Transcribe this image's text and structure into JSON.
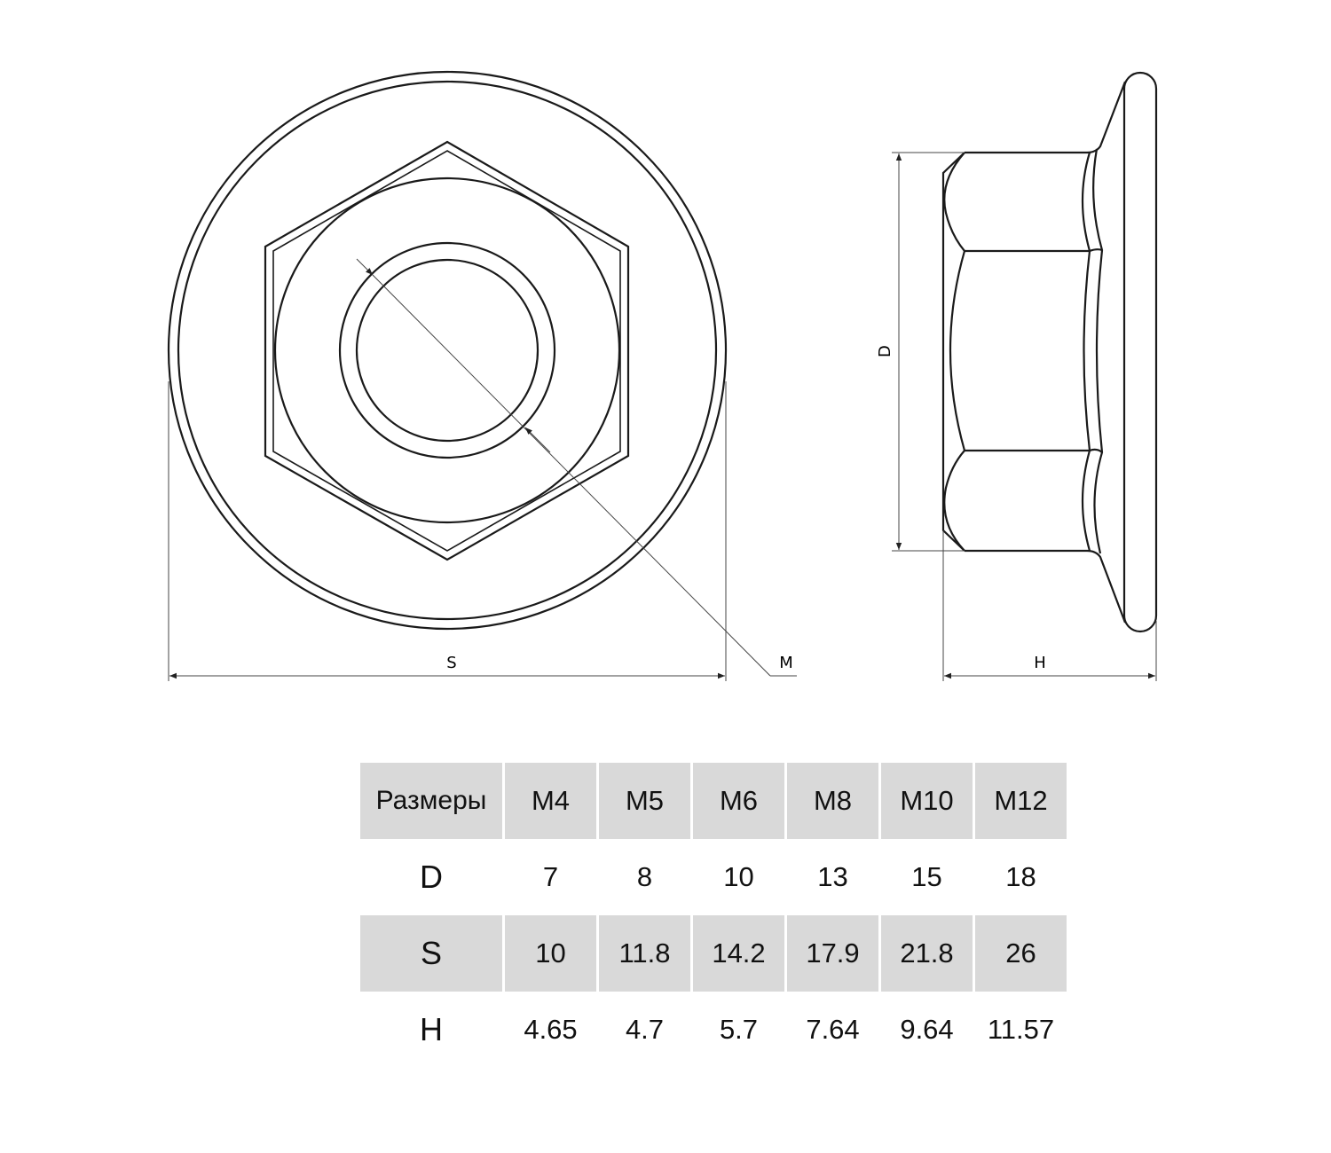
{
  "labels": {
    "s": "S",
    "m": "M",
    "d": "D",
    "h": "H"
  },
  "table": {
    "header": [
      "Размеры",
      "M4",
      "M5",
      "M6",
      "M8",
      "M10",
      "M12"
    ],
    "rows": [
      {
        "label": "D",
        "values": [
          "7",
          "8",
          "10",
          "13",
          "15",
          "18"
        ]
      },
      {
        "label": "S",
        "values": [
          "10",
          "11.8",
          "14.2",
          "17.9",
          "21.8",
          "26"
        ]
      },
      {
        "label": "H",
        "values": [
          "4.65",
          "4.7",
          "5.7",
          "7.64",
          "9.64",
          "11.57"
        ]
      }
    ]
  }
}
